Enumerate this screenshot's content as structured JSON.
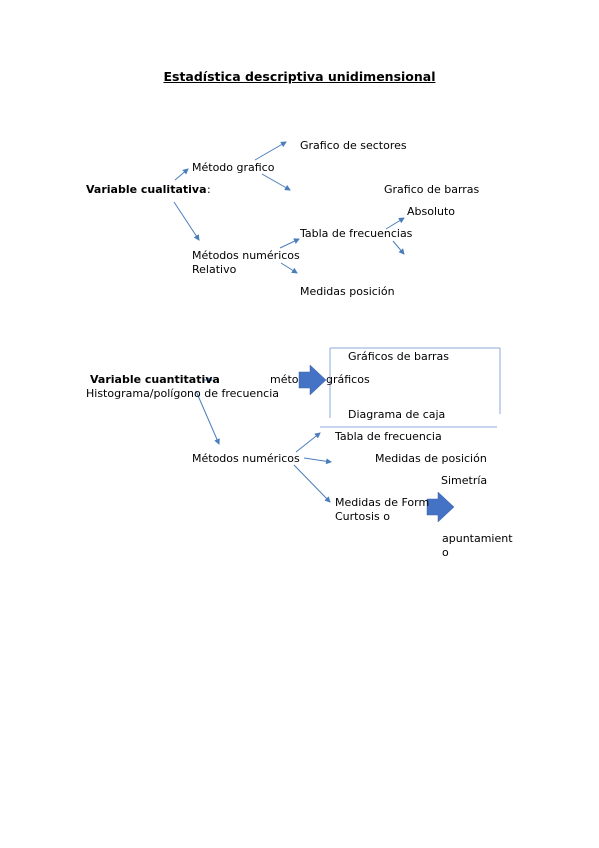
{
  "title": "Estadística descriptiva unidimensional",
  "cualitativa": {
    "heading": "Variable cualitativa",
    "colon": ":",
    "metodo_grafico": "Método grafico",
    "grafico_sectores": "Grafico de sectores",
    "grafico_barras": "Grafico de barras",
    "metodos_numericos": "Métodos numéricos",
    "relativo": "Relativo",
    "tabla_frecuencias": "Tabla de frecuencias",
    "absoluto": "Absoluto",
    "medidas_posicion": "Medidas posición"
  },
  "cuantitativa": {
    "heading": "Variable cuantitativa",
    "metodos_graficos_a": "méto",
    "metodos_graficos_b": "gráficos",
    "histograma": "Histograma/polígono de frecuencia",
    "graficos_barras": "Gráficos de barras",
    "diagrama_caja": "Diagrama de caja",
    "metodos_numericos": "Métodos numéricos",
    "tabla_frecuencia": "Tabla de frecuencia",
    "medidas_posicion": "Medidas de posición",
    "simetria": "Simetría",
    "medidas_forma": "Medidas de Form",
    "curtosis": "Curtosis o",
    "apuntamiento_1": "apuntamient",
    "apuntamiento_2": "o"
  },
  "colors": {
    "arrow": "#4a7ebb",
    "block_arrow": "#4472c4",
    "box_line": "#8ea9db"
  }
}
